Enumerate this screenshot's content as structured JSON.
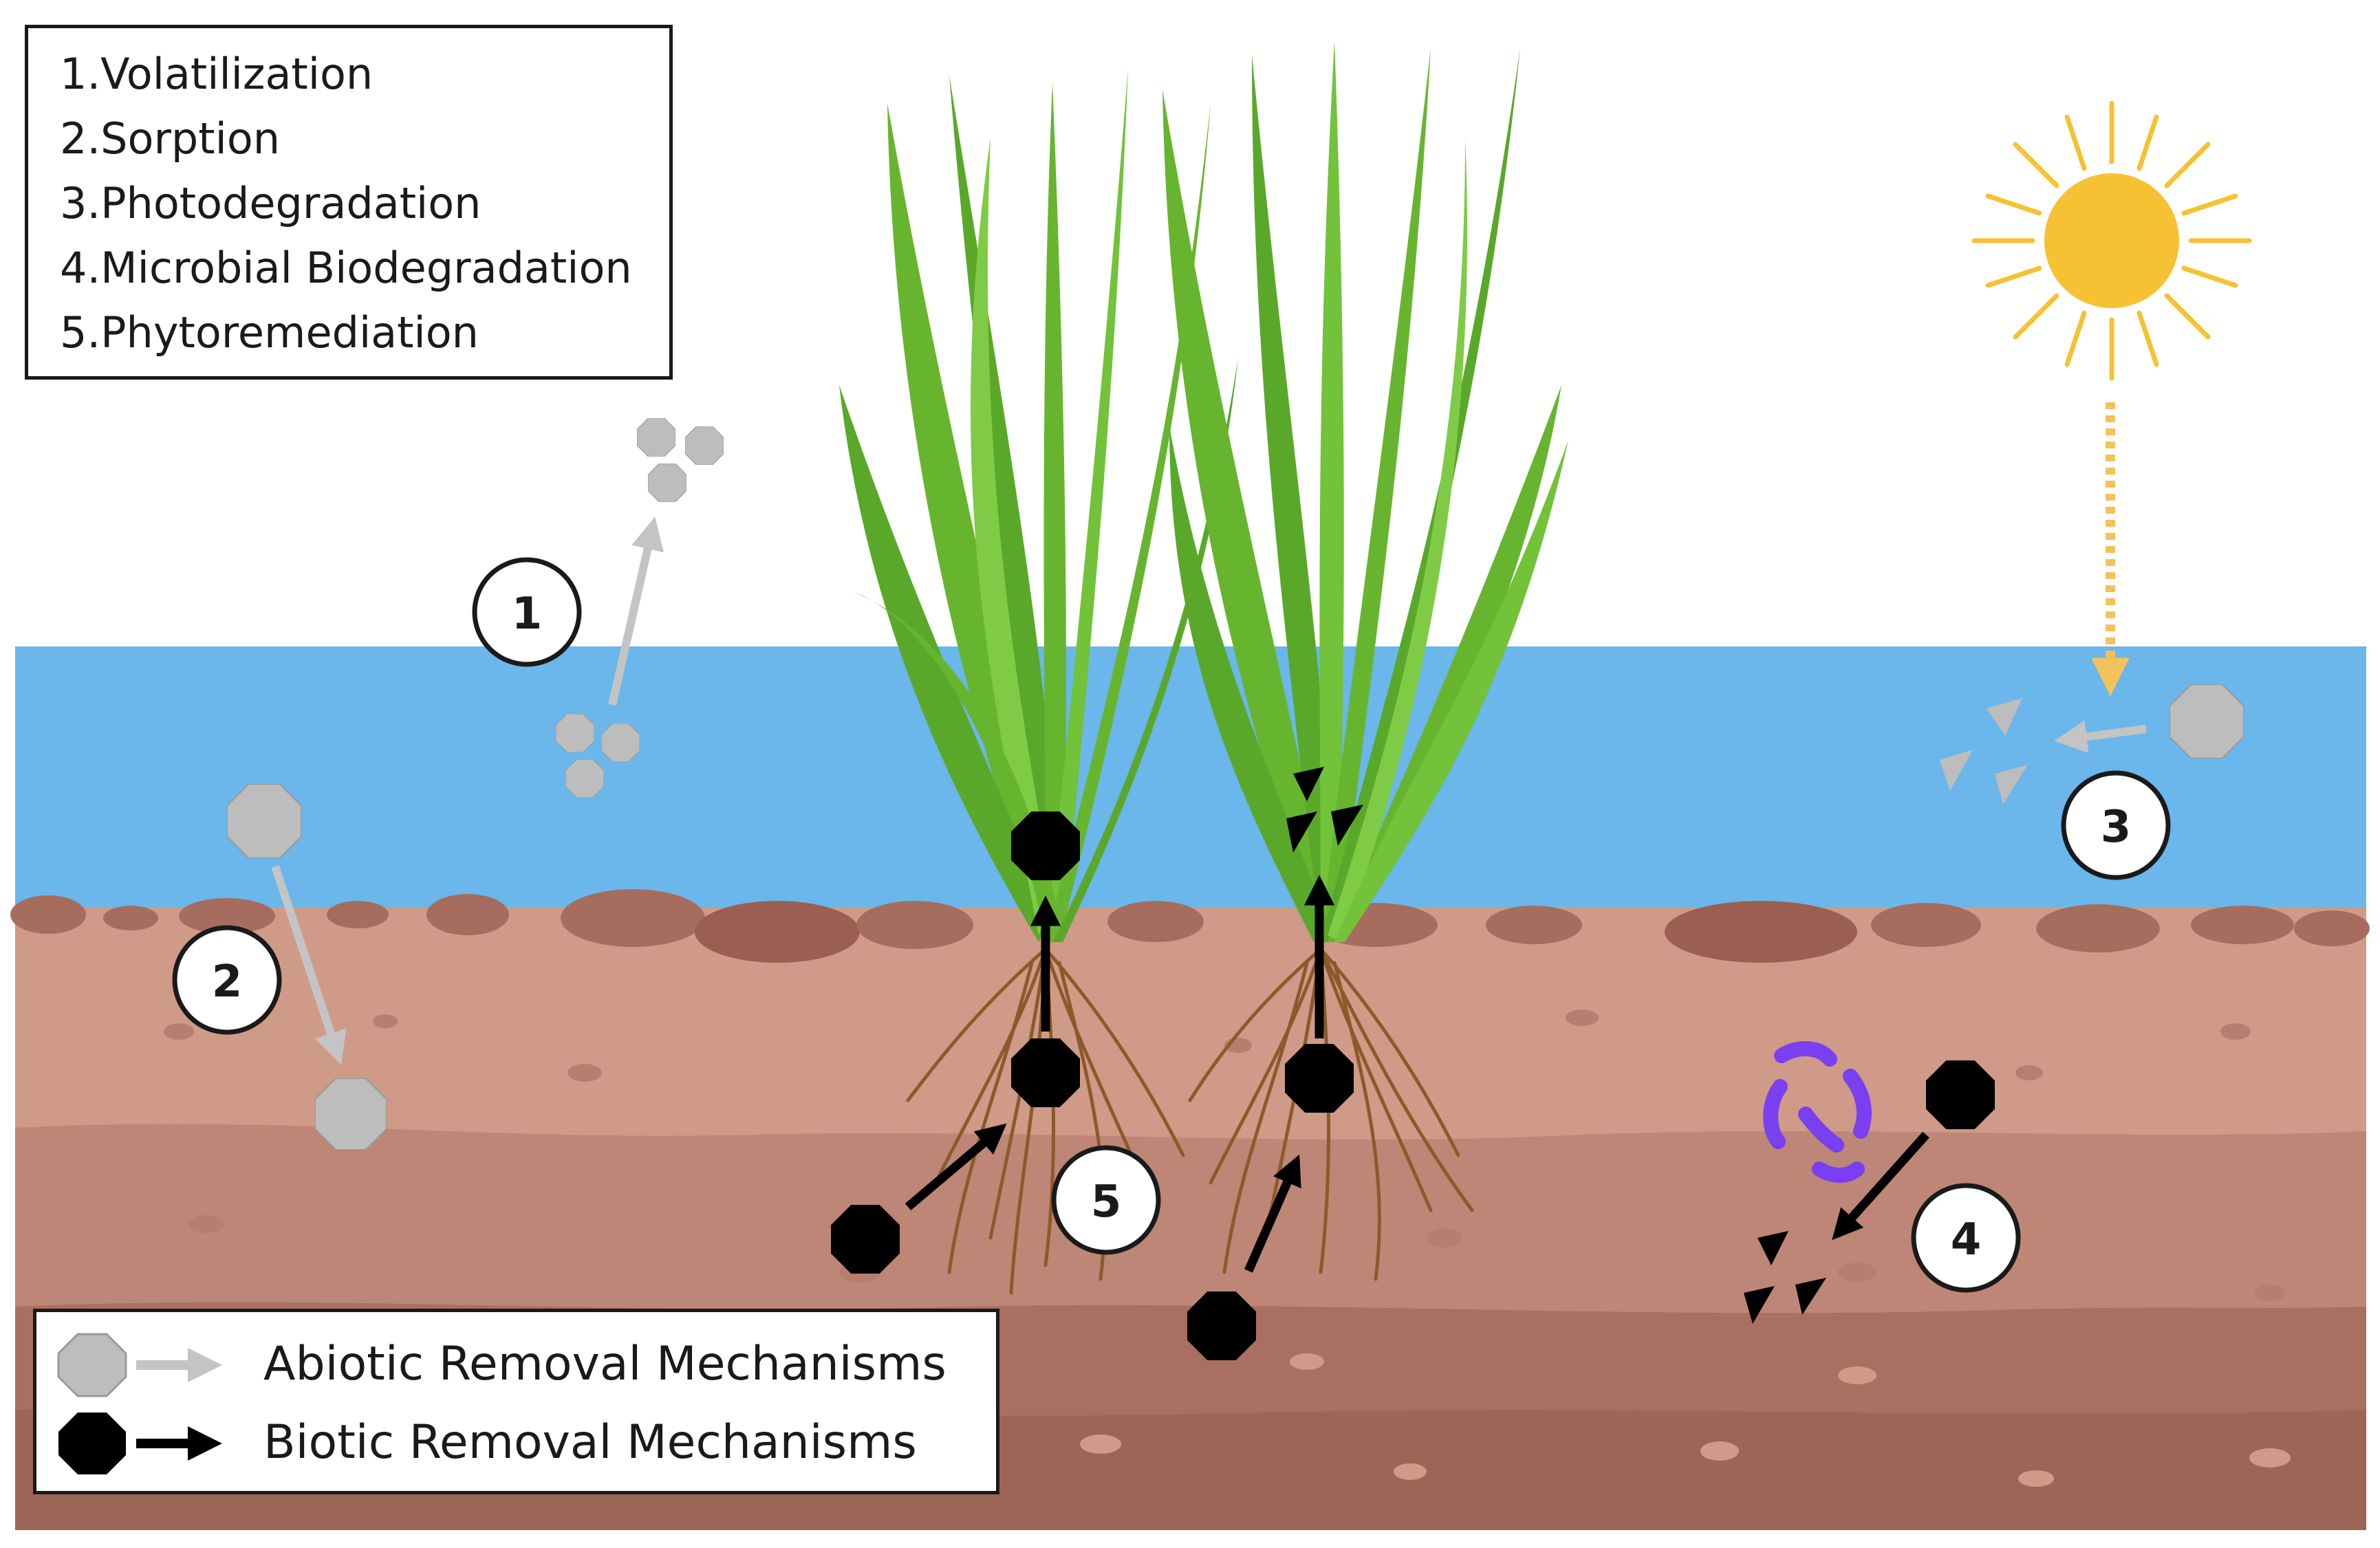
{
  "legend": {
    "items": [
      {
        "number": "1.",
        "label": "Volatilization"
      },
      {
        "number": "2.",
        "label": "Sorption"
      },
      {
        "number": "3.",
        "label": "Photodegradation"
      },
      {
        "number": "4.",
        "label": "Microbial Biodegradation"
      },
      {
        "number": "5.",
        "label": "Phytoremediation"
      }
    ]
  },
  "callouts": [
    "1",
    "2",
    "3",
    "4",
    "5"
  ],
  "key": {
    "abiotic_label": "Abiotic Removal Mechanisms",
    "biotic_label": "Biotic Removal Mechanisms"
  },
  "colors": {
    "water": "#6bb6ea",
    "soil_top": "#cf9a87",
    "soil_mid": "#b98272",
    "soil_deep": "#a96f60",
    "abiotic": "#bdbdbd",
    "biotic": "#000000",
    "sun": "#f6c132",
    "grass": "#67b52f",
    "roots": "#8b5a2b",
    "microbe": "#7a3ff0"
  },
  "icons": [
    "sun-icon",
    "grass-icon",
    "root-icon",
    "microbe-icon",
    "octagon-icon",
    "arrow-icon"
  ]
}
